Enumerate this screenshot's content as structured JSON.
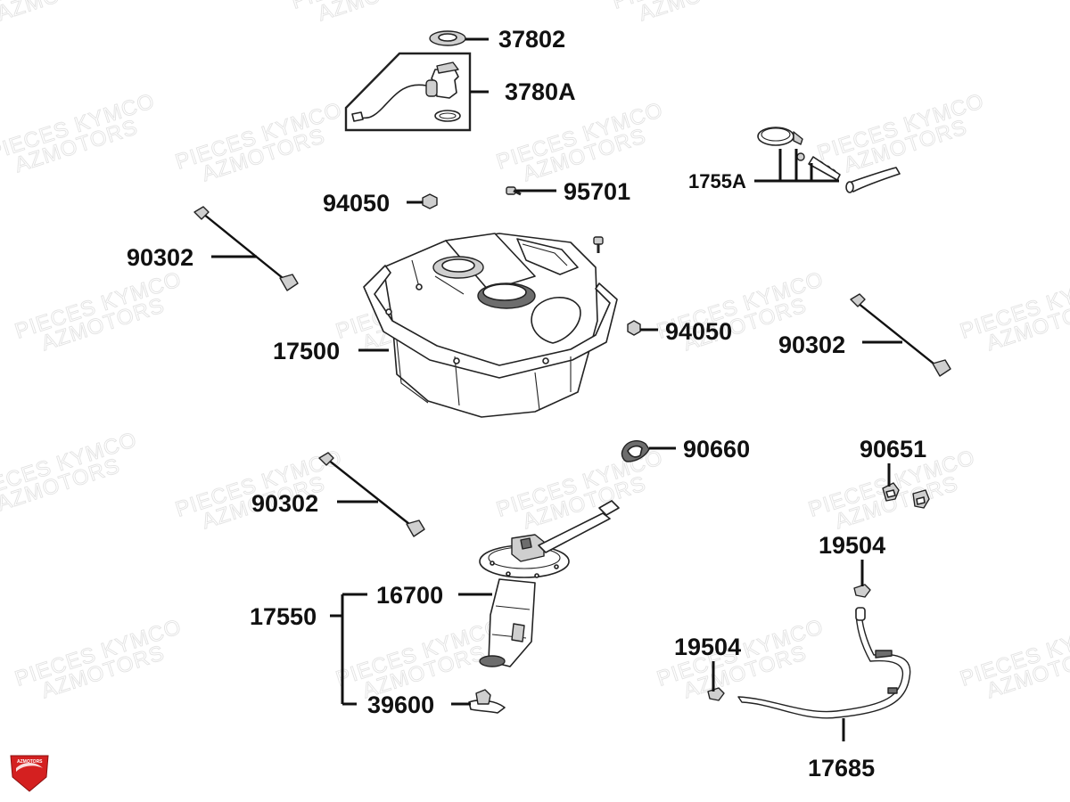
{
  "watermark": {
    "line1": "PIECES KYMCO",
    "line2": "AZMOTORS"
  },
  "logo": {
    "text": "AZMOTORS",
    "color": "#d42020"
  },
  "labels": {
    "p37802": "37802",
    "p3780A": "3780A",
    "p1755A": "1755A",
    "p94050a": "94050",
    "p95701": "95701",
    "p90302a": "90302",
    "p17500": "17500",
    "p94050b": "94050",
    "p90302b": "90302",
    "p90660": "90660",
    "p90651": "90651",
    "p90302c": "90302",
    "p19504a": "19504",
    "p16700": "16700",
    "p17550": "17550",
    "p19504b": "19504",
    "p39600": "39600",
    "p17685": "17685"
  }
}
